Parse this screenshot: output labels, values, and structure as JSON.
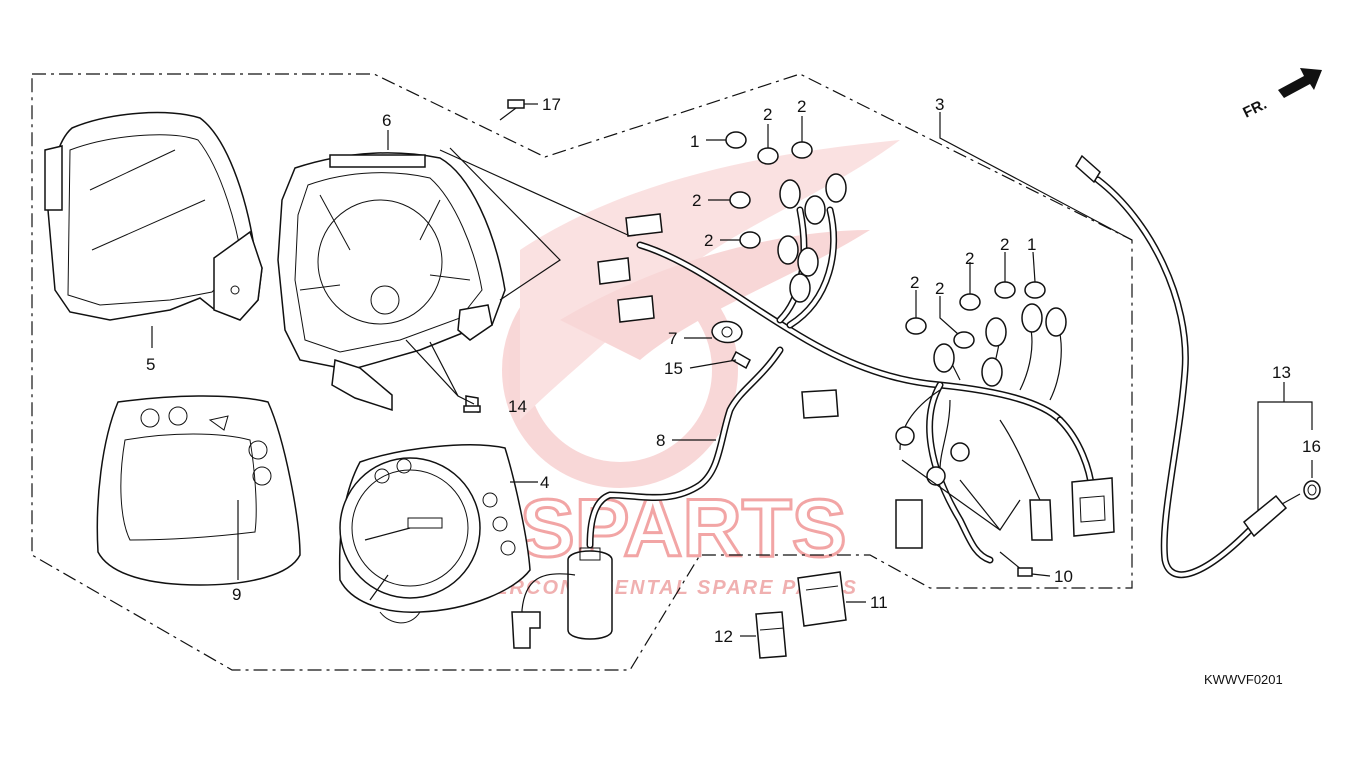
{
  "diagram": {
    "code": "KWWVF0201",
    "direction_label": "FR.",
    "watermark": {
      "brand": "SPARTS",
      "tagline": "INTERCONTINENTAL SPARE PARTS"
    },
    "callouts": [
      {
        "id": "c1a",
        "text": "1"
      },
      {
        "id": "c1b",
        "text": "1"
      },
      {
        "id": "c2a",
        "text": "2"
      },
      {
        "id": "c2b",
        "text": "2"
      },
      {
        "id": "c2c",
        "text": "2"
      },
      {
        "id": "c2d",
        "text": "2"
      },
      {
        "id": "c2e",
        "text": "2"
      },
      {
        "id": "c2f",
        "text": "2"
      },
      {
        "id": "c2g",
        "text": "2"
      },
      {
        "id": "c2h",
        "text": "2"
      },
      {
        "id": "c3",
        "text": "3"
      },
      {
        "id": "c4",
        "text": "4"
      },
      {
        "id": "c5",
        "text": "5"
      },
      {
        "id": "c6",
        "text": "6"
      },
      {
        "id": "c7",
        "text": "7"
      },
      {
        "id": "c8",
        "text": "8"
      },
      {
        "id": "c9",
        "text": "9"
      },
      {
        "id": "c10",
        "text": "10"
      },
      {
        "id": "c11",
        "text": "11"
      },
      {
        "id": "c12",
        "text": "12"
      },
      {
        "id": "c13",
        "text": "13"
      },
      {
        "id": "c14",
        "text": "14"
      },
      {
        "id": "c15",
        "text": "15"
      },
      {
        "id": "c16",
        "text": "16"
      },
      {
        "id": "c17",
        "text": "17"
      }
    ]
  }
}
